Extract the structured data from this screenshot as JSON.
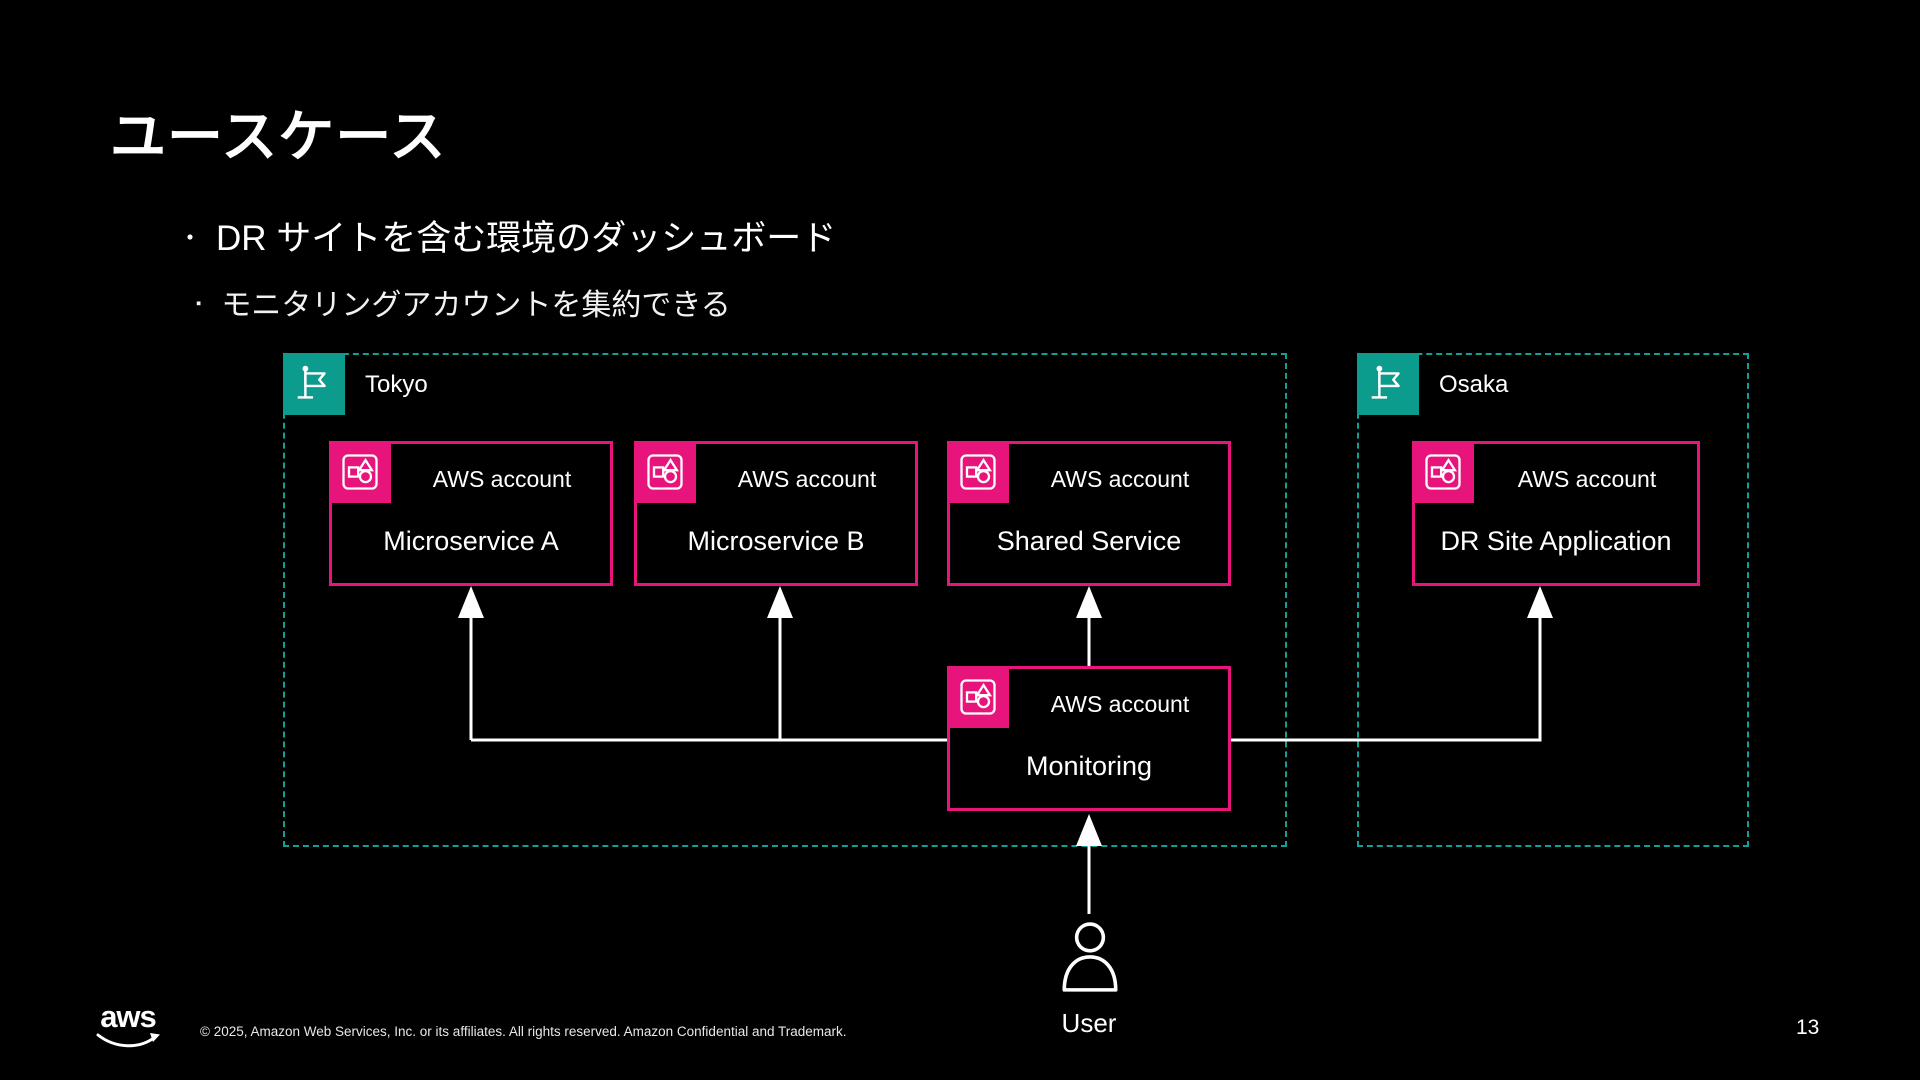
{
  "slide": {
    "title": "ユースケース",
    "bullet_marker": "・",
    "bullet": "DR サイトを含む環境のダッシュボード",
    "sub_bullet_marker": "▪",
    "sub_bullet": "モニタリングアカウントを集約できる"
  },
  "diagram": {
    "regions": [
      {
        "name": "Tokyo"
      },
      {
        "name": "Osaka"
      }
    ],
    "account_label": "AWS account",
    "accounts": [
      {
        "name": "Microservice A"
      },
      {
        "name": "Microservice B"
      },
      {
        "name": "Shared Service"
      },
      {
        "name": "DR Site Application"
      },
      {
        "name": "Monitoring"
      }
    ],
    "user_label": "User"
  },
  "footer": {
    "logo_text": "aws",
    "copyright": "© 2025, Amazon Web Services, Inc. or its affiliates. All rights reserved. Amazon Confidential and Trademark.",
    "page_number": "13"
  },
  "colors": {
    "background": "#000000",
    "accent_pink": "#E7157B",
    "region_teal": "#0C9C8E",
    "line_white": "#FFFFFF"
  }
}
